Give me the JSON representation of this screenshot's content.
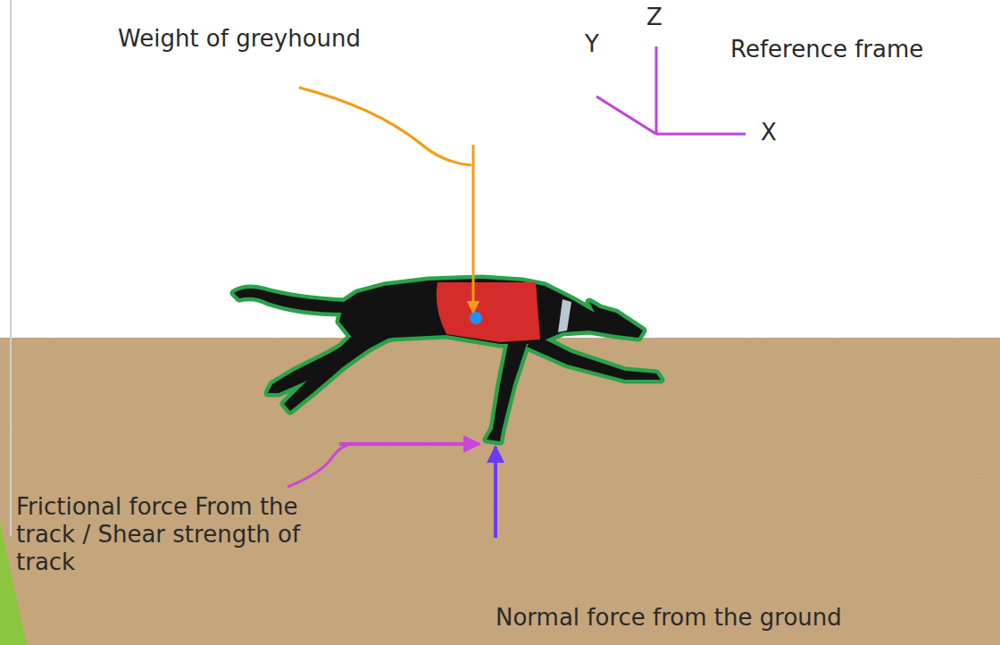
{
  "diagram": {
    "labels": [
      "Weight of greyhound",
      "Z",
      "Y",
      "Reference frame",
      "X",
      "Frictional force From the track / Shear strength of track",
      "Normal force from the ground"
    ]
  }
}
